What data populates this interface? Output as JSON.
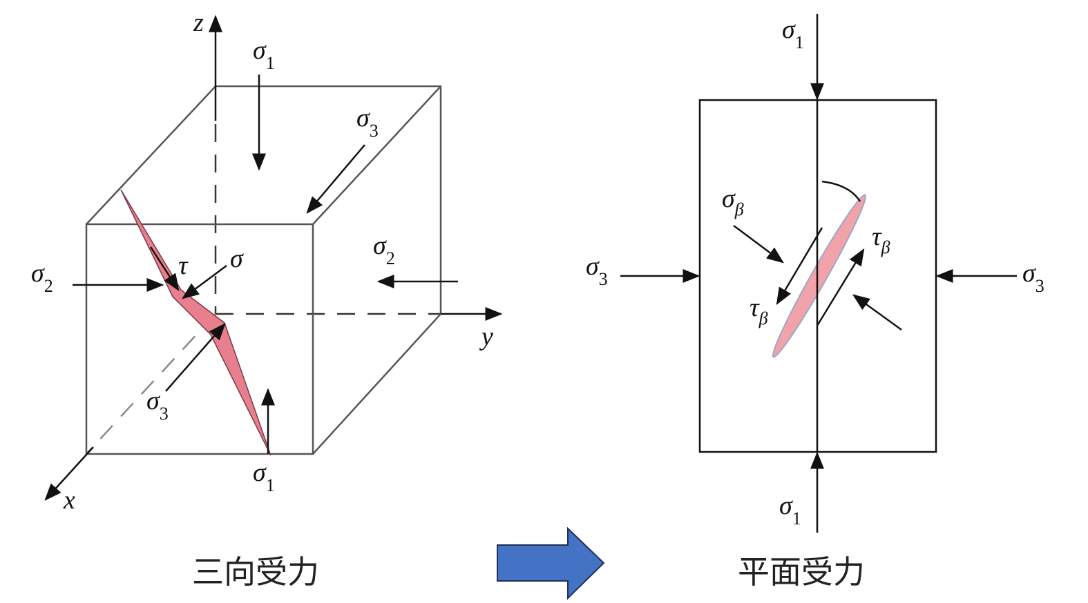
{
  "left": {
    "axes": {
      "z": "z",
      "y": "y",
      "x": "x"
    },
    "labels": {
      "sigma1_top": {
        "base": "σ",
        "sub": "1"
      },
      "sigma3_top": {
        "base": "σ",
        "sub": "3"
      },
      "sigma2_right": {
        "base": "σ",
        "sub": "2"
      },
      "sigma2_left": {
        "base": "σ",
        "sub": "2"
      },
      "tau": {
        "base": "τ"
      },
      "sigma": {
        "base": "σ"
      },
      "sigma3_inner": {
        "base": "σ",
        "sub": "3"
      },
      "sigma1_bottom": {
        "base": "σ",
        "sub": "1"
      }
    },
    "caption": "三向受力"
  },
  "right": {
    "labels": {
      "sigma1_top": {
        "base": "σ",
        "sub": "1"
      },
      "sigma1_bottom": {
        "base": "σ",
        "sub": "1"
      },
      "sigma3_left": {
        "base": "σ",
        "sub": "3"
      },
      "sigma3_right": {
        "base": "σ",
        "sub": "3"
      },
      "sigma_beta": {
        "base": "σ",
        "sub": "β"
      },
      "tau_beta_right": {
        "base": "τ",
        "sub": "β"
      },
      "tau_beta_left": {
        "base": "τ",
        "sub": "β"
      }
    },
    "caption": "平面受力"
  },
  "colors": {
    "plane": "#e87f8e",
    "ellipse": "#f2a3aa",
    "arrow": "#4472c4"
  }
}
